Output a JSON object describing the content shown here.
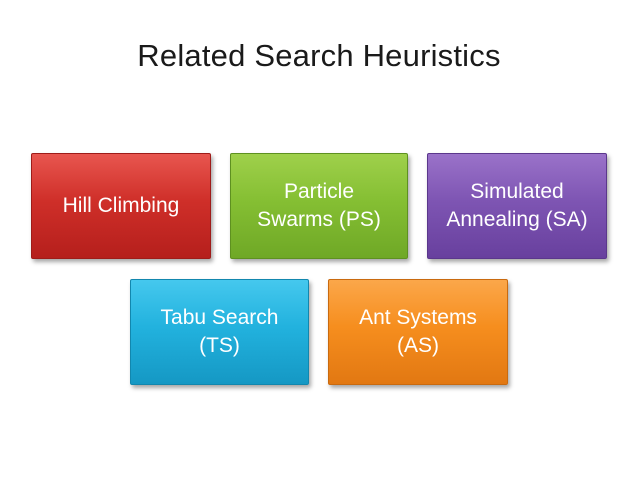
{
  "slide": {
    "title": "Related Search Heuristics"
  },
  "boxes": {
    "hill_climbing": "Hill Climbing",
    "particle_swarms": "Particle\nSwarms (PS)",
    "simulated_annealing": "Simulated\nAnnealing (SA)",
    "tabu_search": "Tabu Search\n(TS)",
    "ant_systems": "Ant Systems\n(AS)"
  },
  "colors": {
    "hill_climbing": "#cf2f29",
    "particle_swarms": "#85bf33",
    "simulated_annealing": "#7e55b3",
    "tabu_search": "#22b2de",
    "ant_systems": "#f68e1e"
  }
}
